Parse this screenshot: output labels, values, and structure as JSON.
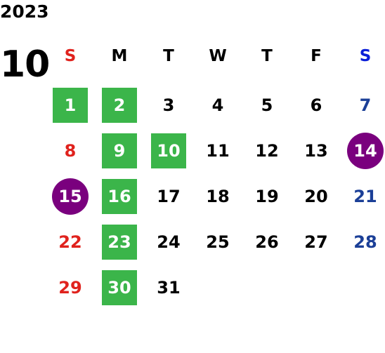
{
  "year": "2023",
  "month": "10",
  "weekday_headers": [
    "S",
    "M",
    "T",
    "W",
    "T",
    "F",
    "S"
  ],
  "colors": {
    "sunday": "#e0221d",
    "saturday": "#1b3f97",
    "saturday_header": "#0a1ed8",
    "holiday_green": "#3bb54a",
    "event_purple": "#7a007e"
  },
  "weeks": [
    [
      {
        "day": "1",
        "mark": "green"
      },
      {
        "day": "2",
        "mark": "green"
      },
      {
        "day": "3",
        "mark": ""
      },
      {
        "day": "4",
        "mark": ""
      },
      {
        "day": "5",
        "mark": ""
      },
      {
        "day": "6",
        "mark": ""
      },
      {
        "day": "7",
        "mark": ""
      }
    ],
    [
      {
        "day": "8",
        "mark": ""
      },
      {
        "day": "9",
        "mark": "green"
      },
      {
        "day": "10",
        "mark": "green"
      },
      {
        "day": "11",
        "mark": ""
      },
      {
        "day": "12",
        "mark": ""
      },
      {
        "day": "13",
        "mark": ""
      },
      {
        "day": "14",
        "mark": "purple"
      }
    ],
    [
      {
        "day": "15",
        "mark": "purple"
      },
      {
        "day": "16",
        "mark": "green"
      },
      {
        "day": "17",
        "mark": ""
      },
      {
        "day": "18",
        "mark": ""
      },
      {
        "day": "19",
        "mark": ""
      },
      {
        "day": "20",
        "mark": ""
      },
      {
        "day": "21",
        "mark": ""
      }
    ],
    [
      {
        "day": "22",
        "mark": ""
      },
      {
        "day": "23",
        "mark": "green"
      },
      {
        "day": "24",
        "mark": ""
      },
      {
        "day": "25",
        "mark": ""
      },
      {
        "day": "26",
        "mark": ""
      },
      {
        "day": "27",
        "mark": ""
      },
      {
        "day": "28",
        "mark": ""
      }
    ],
    [
      {
        "day": "29",
        "mark": ""
      },
      {
        "day": "30",
        "mark": "green"
      },
      {
        "day": "31",
        "mark": ""
      },
      {
        "day": "",
        "mark": ""
      },
      {
        "day": "",
        "mark": ""
      },
      {
        "day": "",
        "mark": ""
      },
      {
        "day": "",
        "mark": ""
      }
    ]
  ]
}
